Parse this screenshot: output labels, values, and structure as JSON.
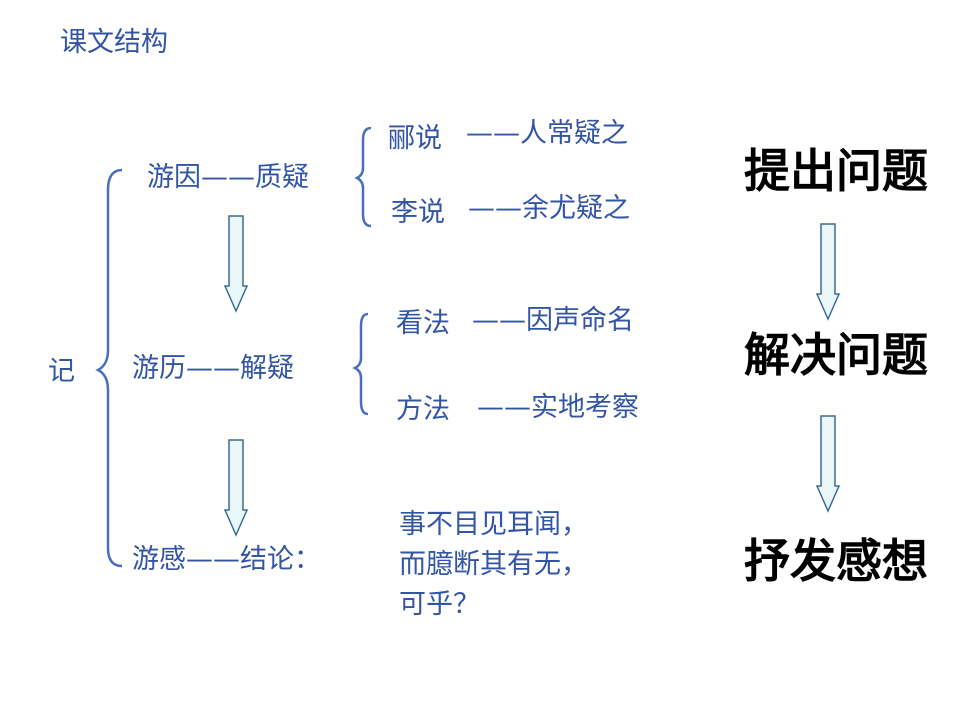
{
  "title": "课文结构",
  "root": "记",
  "sections": [
    {
      "label": "游因——质疑",
      "items": [
        {
          "name": "郦说",
          "detail": "——人常疑之"
        },
        {
          "name": "李说",
          "detail": "——余尤疑之"
        }
      ]
    },
    {
      "label": "游历——解疑",
      "items": [
        {
          "name": "看法",
          "detail": "——因声命名"
        },
        {
          "name": "方法",
          "detail": "——实地考察"
        }
      ]
    },
    {
      "label": "游感——结论：",
      "conclusion": [
        "事不目见耳闻，",
        "而臆断其有无，",
        "可乎？"
      ]
    }
  ],
  "steps": [
    "提出问题",
    "解决问题",
    "抒发感想"
  ],
  "colors": {
    "text": "#3355a5",
    "brace": "#4a6fc0",
    "arrow_fill": "#eaf7f8",
    "arrow_stroke": "#3b6da0",
    "step_text": "#000000"
  }
}
